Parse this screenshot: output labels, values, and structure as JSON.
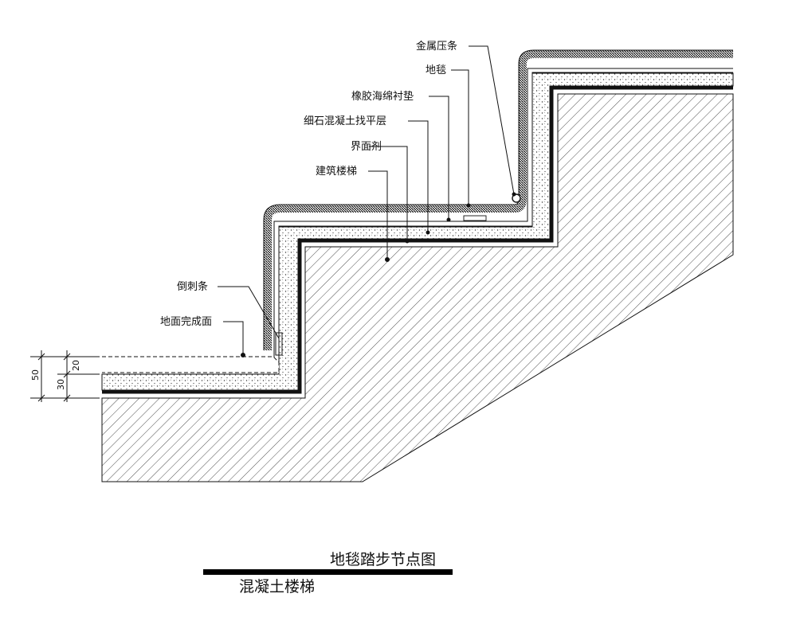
{
  "labels": {
    "metal_strip": "金属压条",
    "carpet": "地毯",
    "rubber_pad": "橡胶海绵衬垫",
    "screed": "细石混凝土找平层",
    "interface_agent": "界面剂",
    "stair": "建筑楼梯",
    "tack_strip": "倒刺条",
    "finished_floor": "地面完成面"
  },
  "dimensions": {
    "d50": "50",
    "d30": "30",
    "d20": "20"
  },
  "title": {
    "main": "地毯踏步节点图",
    "sub": "混凝土楼梯"
  }
}
